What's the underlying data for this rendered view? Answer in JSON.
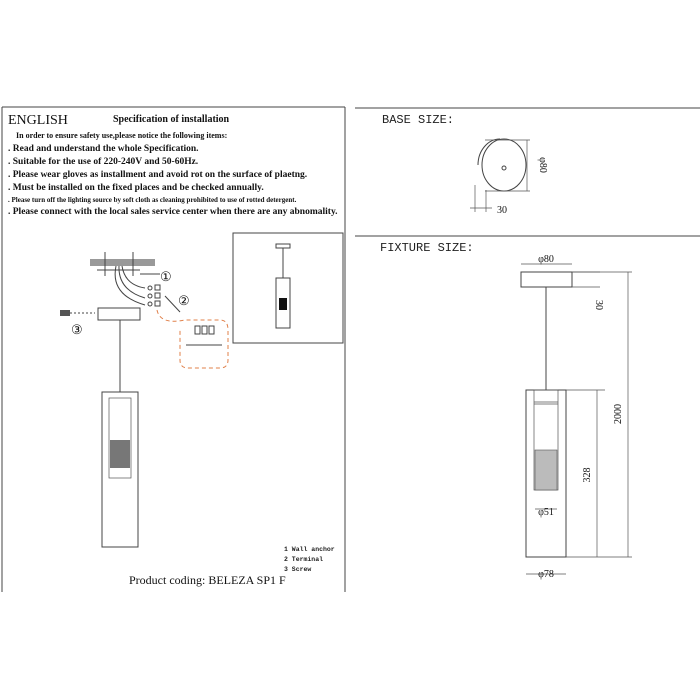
{
  "instructions": {
    "language": "ENGLISH",
    "title": "Specification of installation",
    "intro": "In order to ensure safety use,please notice the following items:",
    "items": [
      ". Read and understand the whole Specification.",
      ". Suitable for the use of 220-240V and 50-60Hz.",
      ". Please wear gloves as installment and avoid rot on the surface of plaetng.",
      ". Must be installed on the fixed places and be checked annually.",
      ". Please turn off the lighting source by soft cloth as cleaning prohibited to use of rotted detergent.",
      ". Please connect with the local sales service center when there are any abnomality."
    ]
  },
  "diagram": {
    "callouts": [
      "①",
      "②",
      "③"
    ],
    "legend": [
      "1 Wall anchor",
      "2 Terminal",
      "3 Screw"
    ],
    "product_coding": "Product coding: BELEZA SP1 F",
    "accent_color": "#e0804a"
  },
  "base_size": {
    "label": "BASE SIZE:",
    "diameter": "φ80",
    "height": "30"
  },
  "fixture_size": {
    "label": "FIXTURE SIZE:",
    "canopy_diameter": "φ80",
    "canopy_height": "30",
    "total_height": "2000",
    "shade_height": "328",
    "inner_diameter": "φ51",
    "shade_diameter": "φ78"
  }
}
